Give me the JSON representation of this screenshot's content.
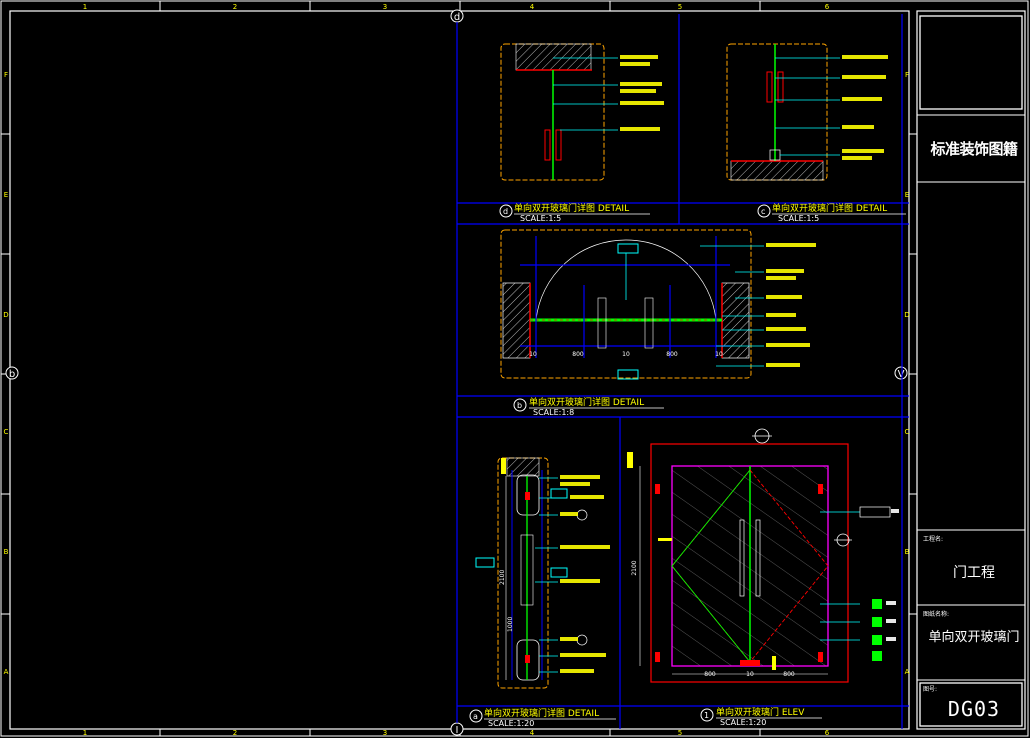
{
  "sheet": {
    "column_labels": [
      "1",
      "2",
      "3",
      "4",
      "5",
      "6"
    ],
    "row_labels": [
      "F",
      "E",
      "D",
      "C",
      "B",
      "A"
    ],
    "axis_marks": {
      "top": "d",
      "bottom": "I",
      "left": "b",
      "right": "V"
    }
  },
  "title_block": {
    "company": "标准装饰图籍",
    "project_caption": "工程名:",
    "project": "门工程",
    "drawing_caption": "图纸名称:",
    "drawing": "单向双开玻璃门",
    "number_caption": "图号:",
    "number": "DG03"
  },
  "details": {
    "d": {
      "mark": "d",
      "title": "单向双开玻璃门详图  DETAIL",
      "scale": "SCALE:1:5"
    },
    "c": {
      "mark": "c",
      "title": "单向双开玻璃门详图  DETAIL",
      "scale": "SCALE:1:5"
    },
    "b": {
      "mark": "b",
      "title": "单向双开玻璃门详图  DETAIL",
      "scale": "SCALE:1:8"
    },
    "a": {
      "mark": "a",
      "title": "单向双开玻璃门详图  DETAIL",
      "scale": "SCALE:1:20"
    },
    "elev": {
      "mark": "1",
      "title": "单向双开玻璃门  ELEV",
      "scale": "SCALE:1:20"
    }
  },
  "dimensions": {
    "plan": [
      "10",
      "800",
      "10",
      "800",
      "10"
    ],
    "section_height": "2100",
    "section_lower": "1000",
    "elev_height": "2100",
    "elev_widths": [
      "800",
      "10",
      "800"
    ]
  },
  "colors": {
    "background": "#000000",
    "grid": "#0000ff",
    "frame": "#ffffff",
    "door_frame": "#ff00ff",
    "outline": "#ffa500",
    "glass": "#00ff00",
    "text": "#ffff00",
    "leader": "#00ffff",
    "hardware": "#ff0000"
  }
}
